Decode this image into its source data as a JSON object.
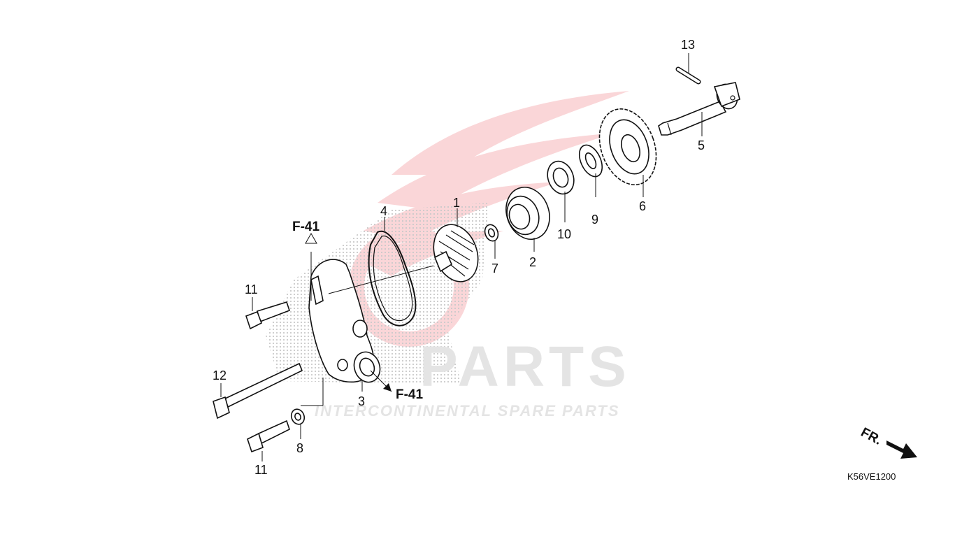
{
  "diagram": {
    "reference_code": "K56VE1200",
    "reference_label": "F-41",
    "front_indicator": "FR.",
    "watermark": {
      "brand": "PARTS",
      "tagline": "INTERCONTINENTAL SPARE PARTS"
    },
    "callouts": [
      "1",
      "2",
      "3",
      "4",
      "5",
      "6",
      "7",
      "8",
      "9",
      "10",
      "11",
      "11",
      "12",
      "13"
    ],
    "colors": {
      "line": "#111111",
      "watermark_red": "#f5b5b8",
      "watermark_grey": "#e4e4e4"
    }
  }
}
